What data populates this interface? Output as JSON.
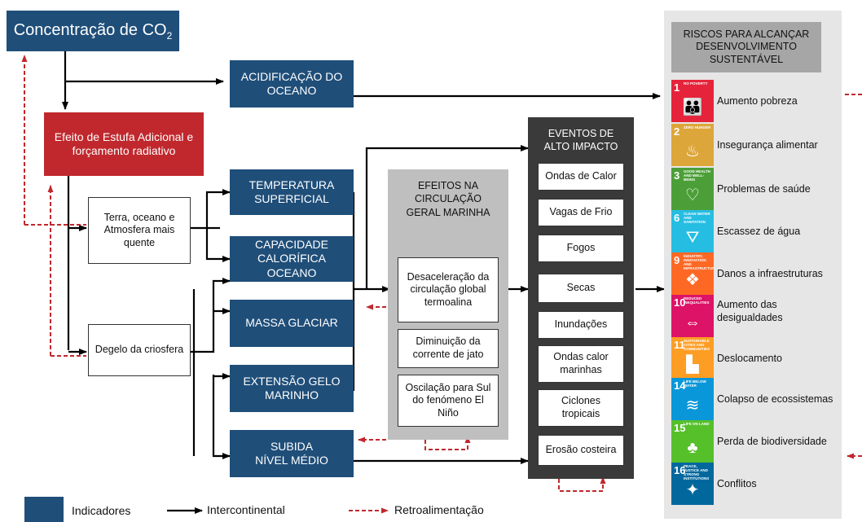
{
  "co2": {
    "prefix": "Concentração de CO",
    "sub": "2"
  },
  "boxes": {
    "efeito_estufa": "Efeito de Estufa Adicional e forçamento radiativo",
    "acidificacao": "ACIDIFICAÇÃO DO OCEANO",
    "terra_oceano": "Terra, oceano e Atmosfera mais quente",
    "degelo": "Degelo da criosfera",
    "temperatura": "TEMPERATURA SUPERFICIAL",
    "capacidade": "CAPACIDADE CALORÍFICA OCEANO",
    "massa_glaciar": "MASSA GLACIAR",
    "extensao_gelo": "EXTENSÃO GELO MARINHO",
    "subida_nivel": "SUBIDA NÍVEL MÉDIO"
  },
  "circulation": {
    "title": "EFEITOS NA CIRCULAÇÃO GERAL MARINHA",
    "items": [
      "Desaceleração da circulação global termoalina",
      "Diminuição da corrente de jato",
      "Oscilação para Sul do fenómeno El Niño"
    ]
  },
  "events": {
    "title": "EVENTOS DE ALTO IMPACTO",
    "items": [
      "Ondas de Calor",
      "Vagas de Frio",
      "Fogos",
      "Secas",
      "Inundações",
      "Ondas calor marinhas",
      "Ciclones tropicais",
      "Erosão costeira"
    ]
  },
  "risks": {
    "title": "RISCOS PARA ALCANÇAR DESENVOLVIMENTO SUSTENTÁVEL",
    "items": [
      {
        "num": "1",
        "sdg_title": "No poverty",
        "color": "#e5243b",
        "icon": "👪",
        "label": "Aumento  pobreza"
      },
      {
        "num": "2",
        "sdg_title": "Zero hunger",
        "color": "#dda63a",
        "icon": "♨",
        "label": "Insegurança alimentar"
      },
      {
        "num": "3",
        "sdg_title": "Good health and well-being",
        "color": "#4c9f38",
        "icon": "♡",
        "label": "Problemas de saúde"
      },
      {
        "num": "6",
        "sdg_title": "Clean water and sanitation",
        "color": "#26bde2",
        "icon": "⛛",
        "label": "Escassez de água"
      },
      {
        "num": "9",
        "sdg_title": "Industry, innovation and infrastructure",
        "color": "#fd6925",
        "icon": "❖",
        "label": "Danos a infraestruturas"
      },
      {
        "num": "10",
        "sdg_title": "Reduced inequalities",
        "color": "#dd1367",
        "icon": "⇔",
        "label": "Aumento das desigualdades"
      },
      {
        "num": "11",
        "sdg_title": "Sustainable cities and communities",
        "color": "#fd9d24",
        "icon": "▙",
        "label": "Deslocamento"
      },
      {
        "num": "14",
        "sdg_title": "Life below water",
        "color": "#0a97d9",
        "icon": "≋",
        "label": "Colapso de ecossistemas"
      },
      {
        "num": "15",
        "sdg_title": "Life on land",
        "color": "#56c02b",
        "icon": "♣",
        "label": "Perda de biodiversidade"
      },
      {
        "num": "16",
        "sdg_title": "Peace, justice and strong institutions",
        "color": "#00689d",
        "icon": "✦",
        "label": "Conflitos"
      }
    ]
  },
  "legend": {
    "indicadores": "Indicadores",
    "intercontinental": "Intercontinental",
    "retroalimentacao": "Retroalimentação"
  },
  "colors": {
    "indicator": "#1f4e79",
    "efeito": "#c0282d",
    "feedback": "#c0282d",
    "panel_gray": "#bfbfbf",
    "events_dark": "#3a3a3a",
    "risks_bg": "#e6e6e6"
  }
}
